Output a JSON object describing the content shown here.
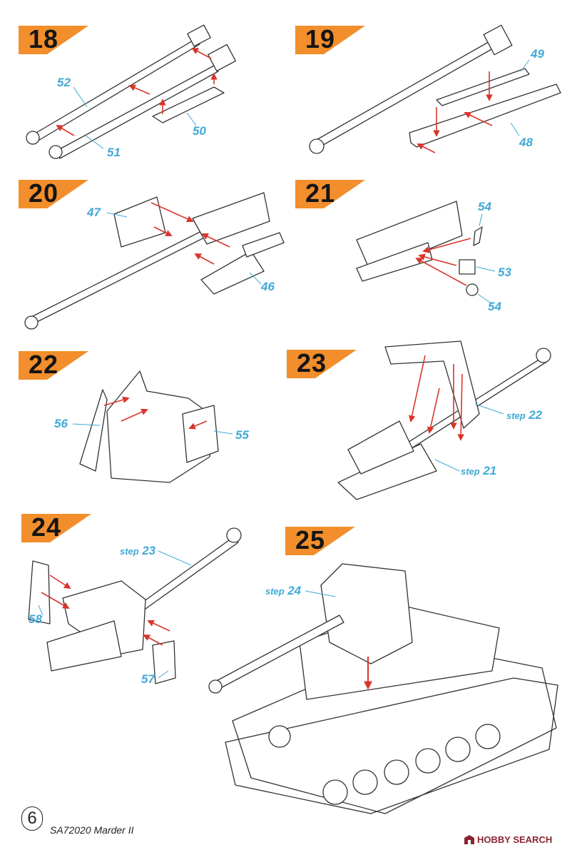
{
  "page": {
    "number": "6",
    "footer": "SA72020 Marder II"
  },
  "watermark": {
    "text": "HOBBY SEARCH",
    "color": "#8a2530"
  },
  "colors": {
    "badge": "#f28e2b",
    "label": "#3fa9d6",
    "arrow": "#d9352b",
    "line": "#333333"
  },
  "steps": [
    {
      "number": "18",
      "parts": [
        "52",
        "50",
        "51"
      ]
    },
    {
      "number": "19",
      "parts": [
        "49",
        "48"
      ]
    },
    {
      "number": "20",
      "parts": [
        "47",
        "46"
      ]
    },
    {
      "number": "21",
      "parts": [
        "54",
        "53",
        "54"
      ]
    },
    {
      "number": "22",
      "parts": [
        "56",
        "55"
      ]
    },
    {
      "number": "23",
      "refs": [
        {
          "word": "step",
          "num": "22"
        },
        {
          "word": "step",
          "num": "21"
        }
      ]
    },
    {
      "number": "24",
      "parts": [
        "58",
        "57"
      ],
      "refs": [
        {
          "word": "step",
          "num": "23"
        }
      ]
    },
    {
      "number": "25",
      "refs": [
        {
          "word": "step",
          "num": "24"
        }
      ]
    }
  ]
}
